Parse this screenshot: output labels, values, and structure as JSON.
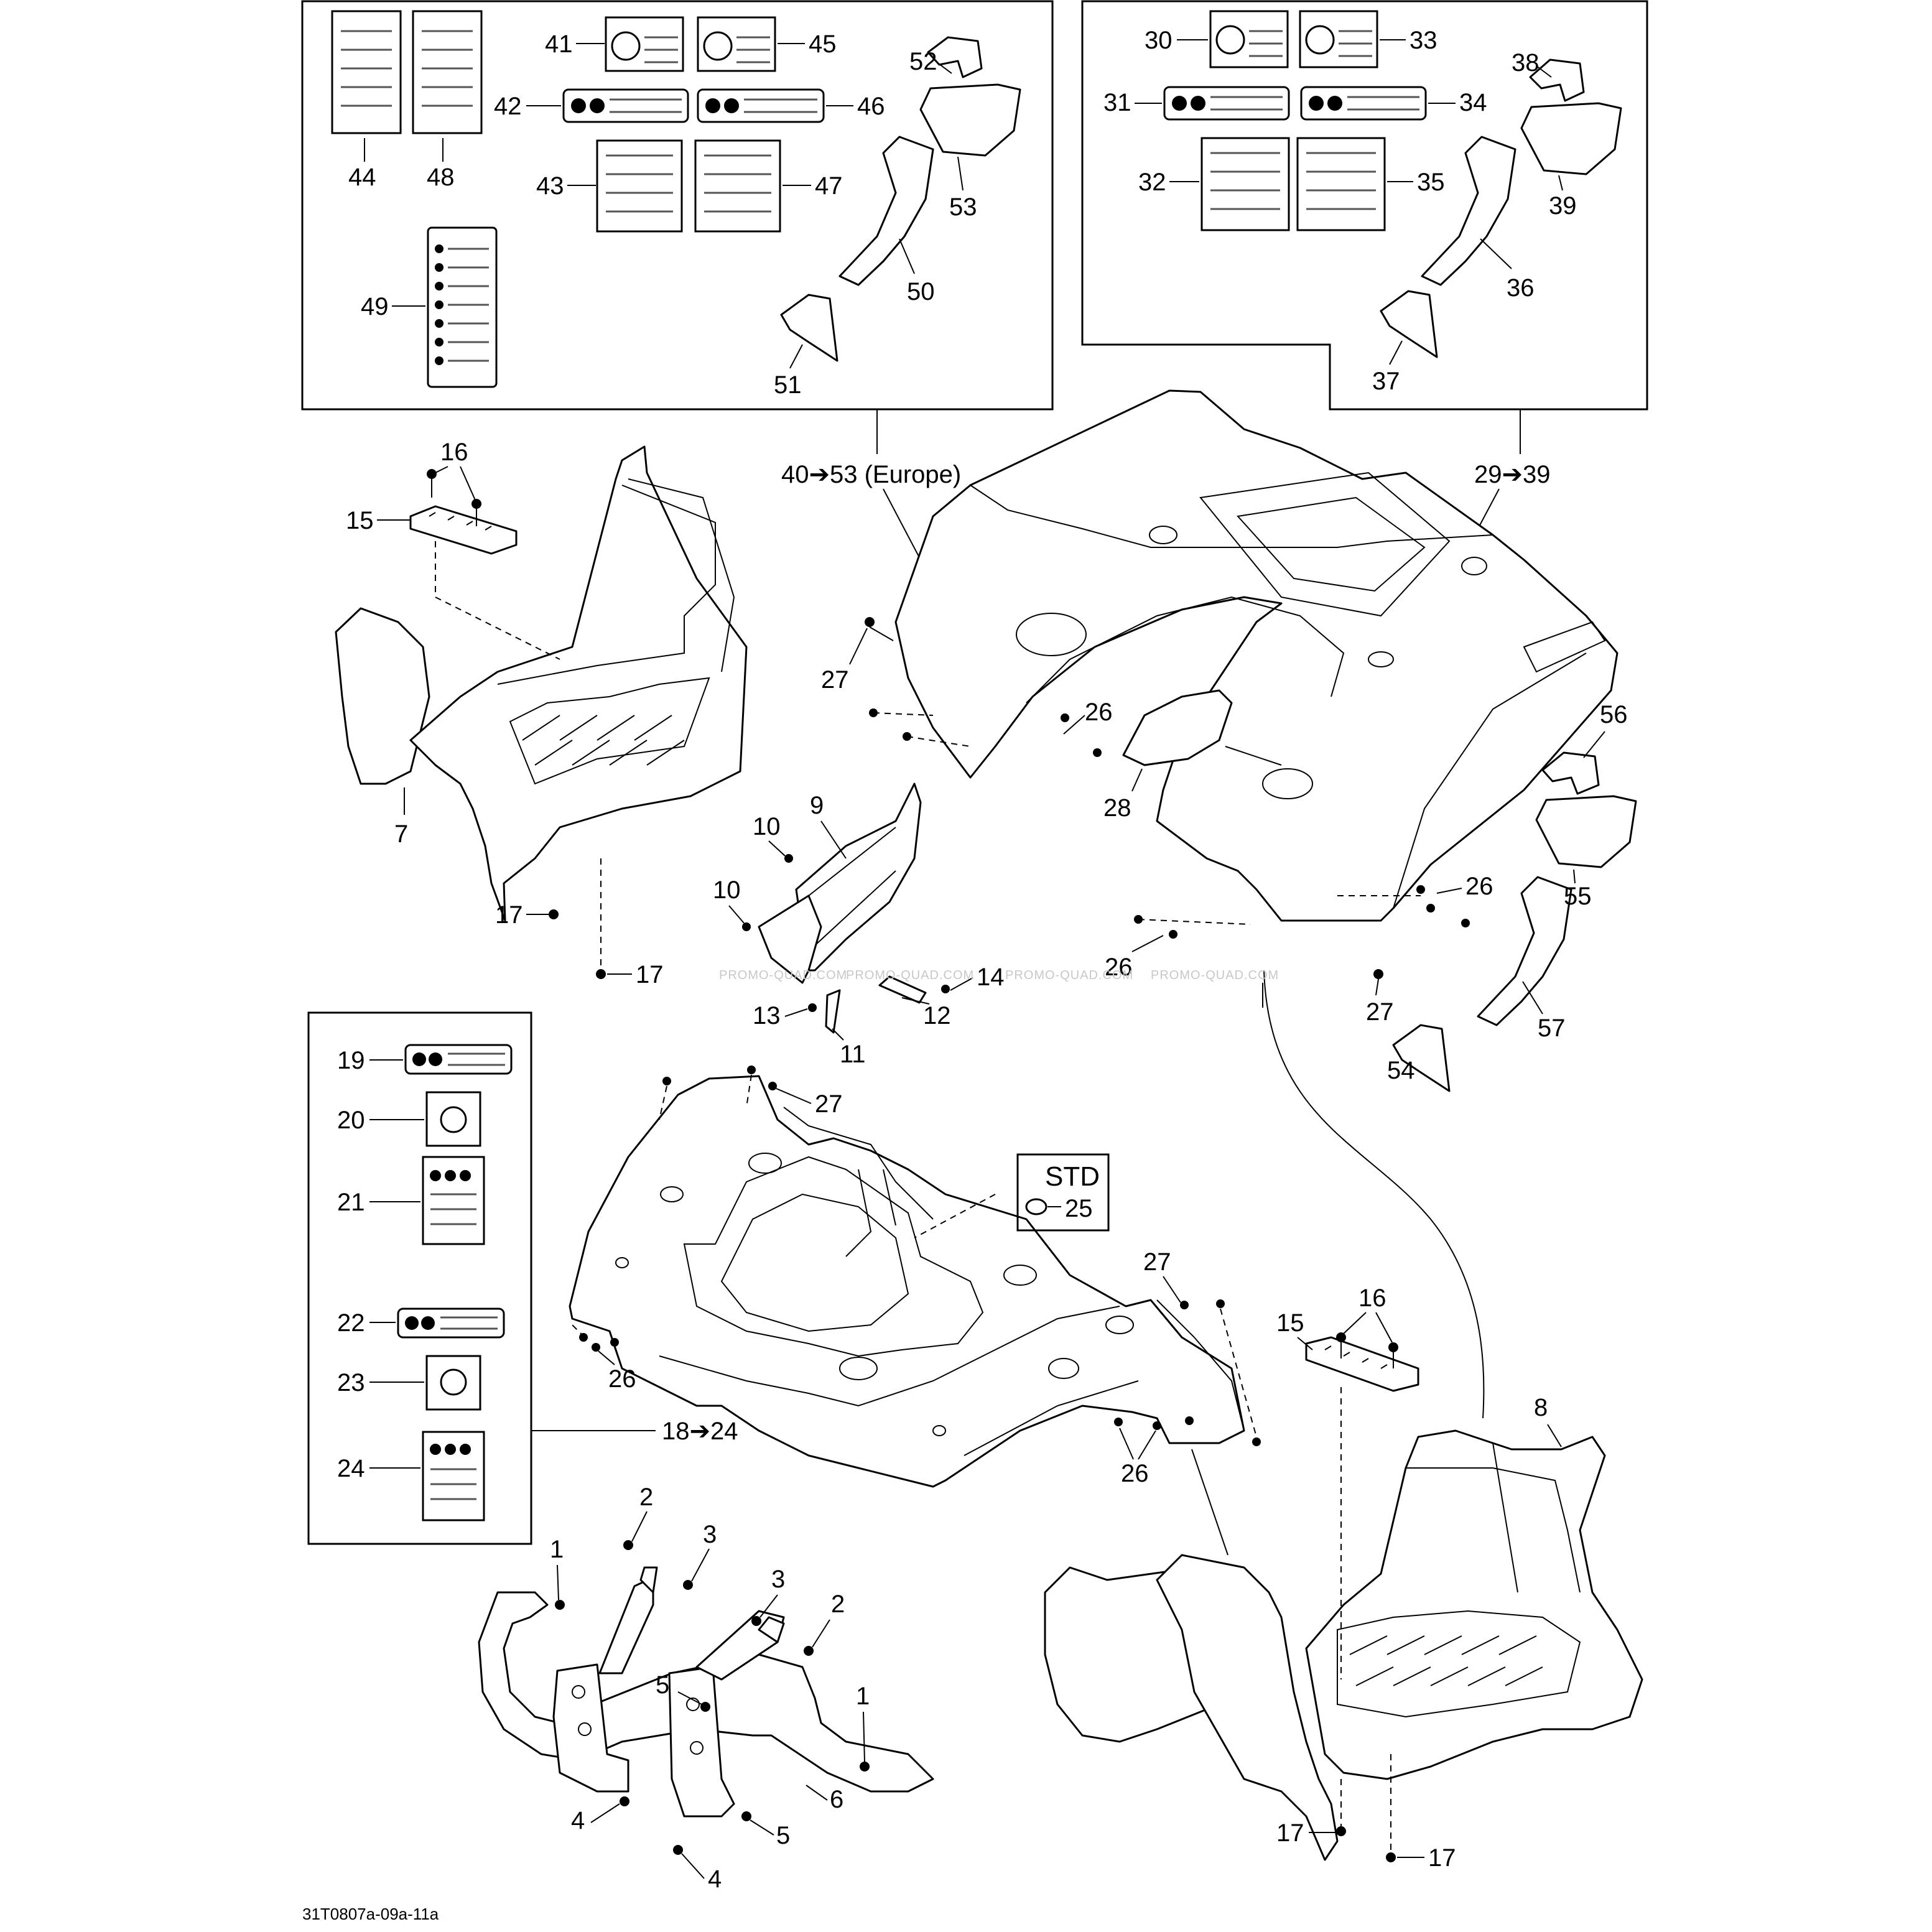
{
  "labels": {
    "l1a": "1",
    "l1b": "1",
    "l2a": "2",
    "l2b": "2",
    "l3a": "3",
    "l3b": "3",
    "l4a": "4",
    "l4b": "4",
    "l5a": "5",
    "l5b": "5",
    "l6": "6",
    "l7": "7",
    "l8": "8",
    "l9": "9",
    "l10a": "10",
    "l10b": "10",
    "l11": "11",
    "l12": "12",
    "l13": "13",
    "l14": "14",
    "l15a": "15",
    "l15b": "15",
    "l16a": "16",
    "l16b": "16",
    "l17a": "17",
    "l17b": "17",
    "l17c": "17",
    "l17d": "17",
    "l18_24": "18➔24",
    "l19": "19",
    "l20": "20",
    "l21": "21",
    "l22": "22",
    "l23": "23",
    "l24": "24",
    "l25": "25",
    "l26a": "26",
    "l26b": "26",
    "l26c": "26",
    "l26d": "26",
    "l26e": "26",
    "l27a": "27",
    "l27b": "27",
    "l27c": "27",
    "l27d": "27",
    "l28": "28",
    "l29_39": "29➔39",
    "l30": "30",
    "l31": "31",
    "l32": "32",
    "l33": "33",
    "l34": "34",
    "l35": "35",
    "l36": "36",
    "l37": "37",
    "l38": "38",
    "l39": "39",
    "l40_53": "40➔53 (Europe)",
    "l41": "41",
    "l42": "42",
    "l43": "43",
    "l44": "44",
    "l45": "45",
    "l46": "46",
    "l47": "47",
    "l48": "48",
    "l49": "49",
    "l50": "50",
    "l51": "51",
    "l52": "52",
    "l53": "53",
    "l54": "54",
    "l55": "55",
    "l56": "56",
    "l57": "57"
  },
  "std_label": "STD",
  "diagram_code": "31T0807a-09a-11a",
  "watermark": "PROMO-QUAD.COM"
}
